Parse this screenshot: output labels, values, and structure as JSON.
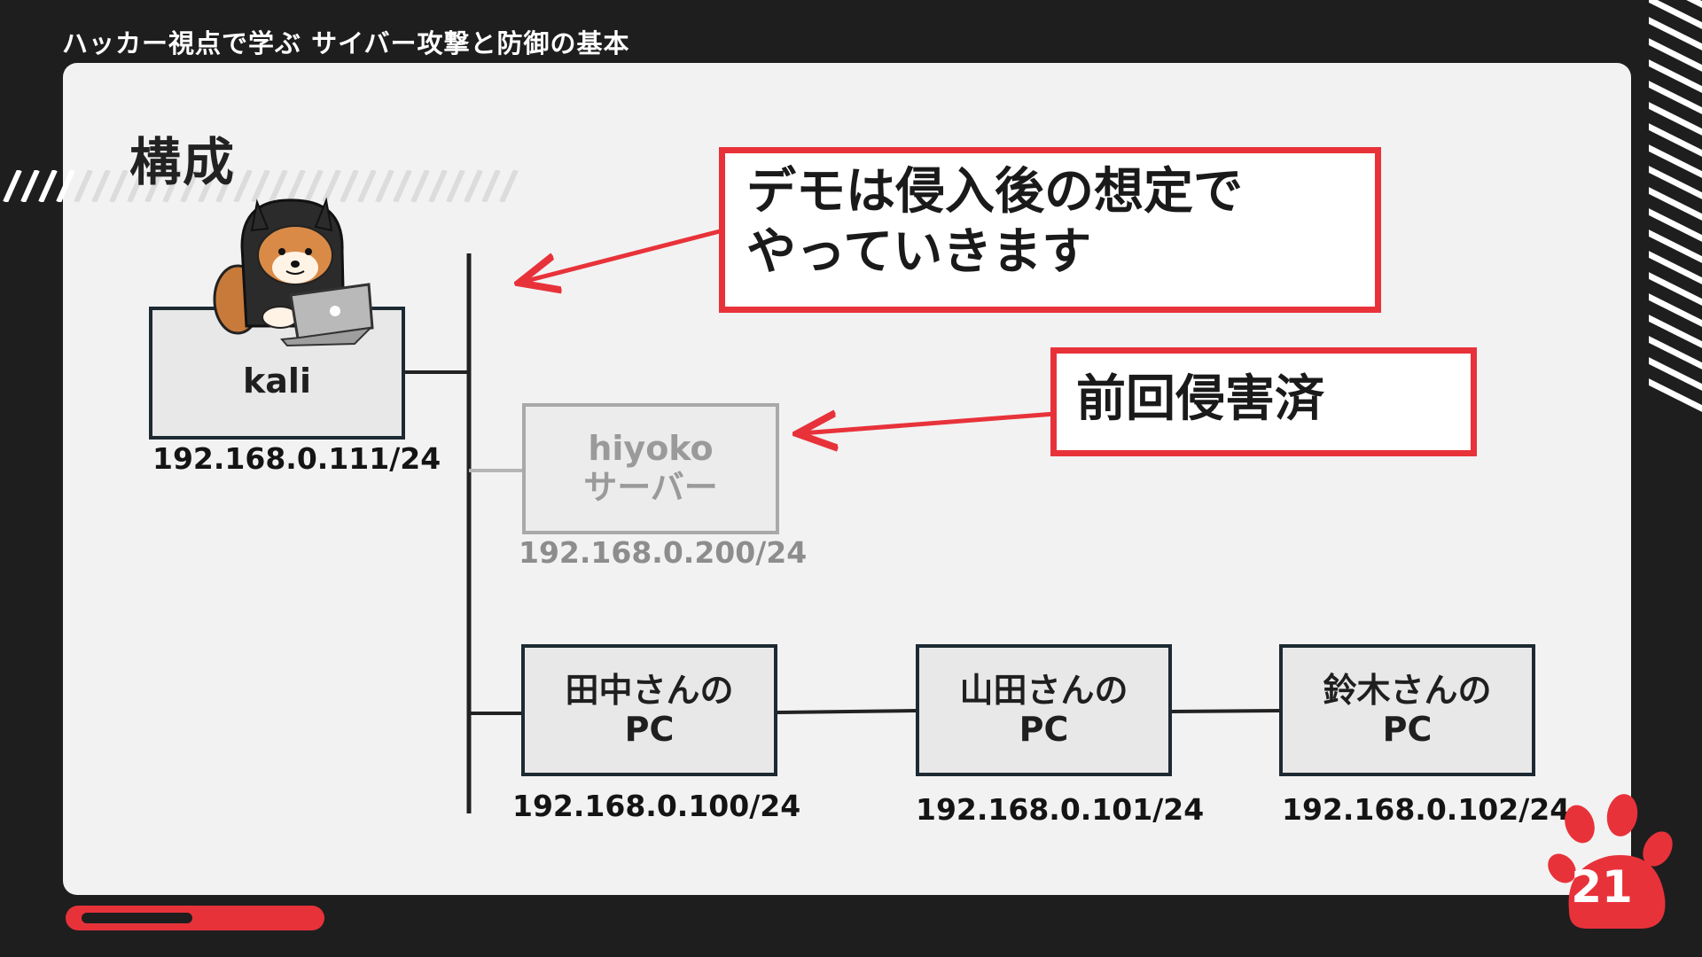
{
  "header": {
    "title": "ハッカー視点で学ぶ サイバー攻撃と防御の基本"
  },
  "slide": {
    "title": "構成",
    "page_number": "21",
    "progress_fraction": 0.21
  },
  "diagram": {
    "nodes": {
      "kali": {
        "label": "kali",
        "ip": "192.168.0.111/24"
      },
      "hiyoko": {
        "label": "hiyoko\nサーバー",
        "ip": "192.168.0.200/24"
      },
      "tanaka": {
        "label": "田中さんの\nPC",
        "ip": "192.168.0.100/24"
      },
      "yamada": {
        "label": "山田さんの\nPC",
        "ip": "192.168.0.101/24"
      },
      "suzuki": {
        "label": "鈴木さんの\nPC",
        "ip": "192.168.0.102/24"
      }
    },
    "callouts": {
      "demo": "デモは侵入後の想定で\nやっていきます",
      "compromised": "前回侵害済"
    }
  },
  "colors": {
    "background": "#1f1e1f",
    "panel": "#f2f2f2",
    "accent": "#e8323a",
    "node_border": "#1d2a33",
    "faded": "#a9a9a9"
  },
  "icons": [
    "hoodie-shiba-dog-laptop",
    "paw-icon"
  ]
}
